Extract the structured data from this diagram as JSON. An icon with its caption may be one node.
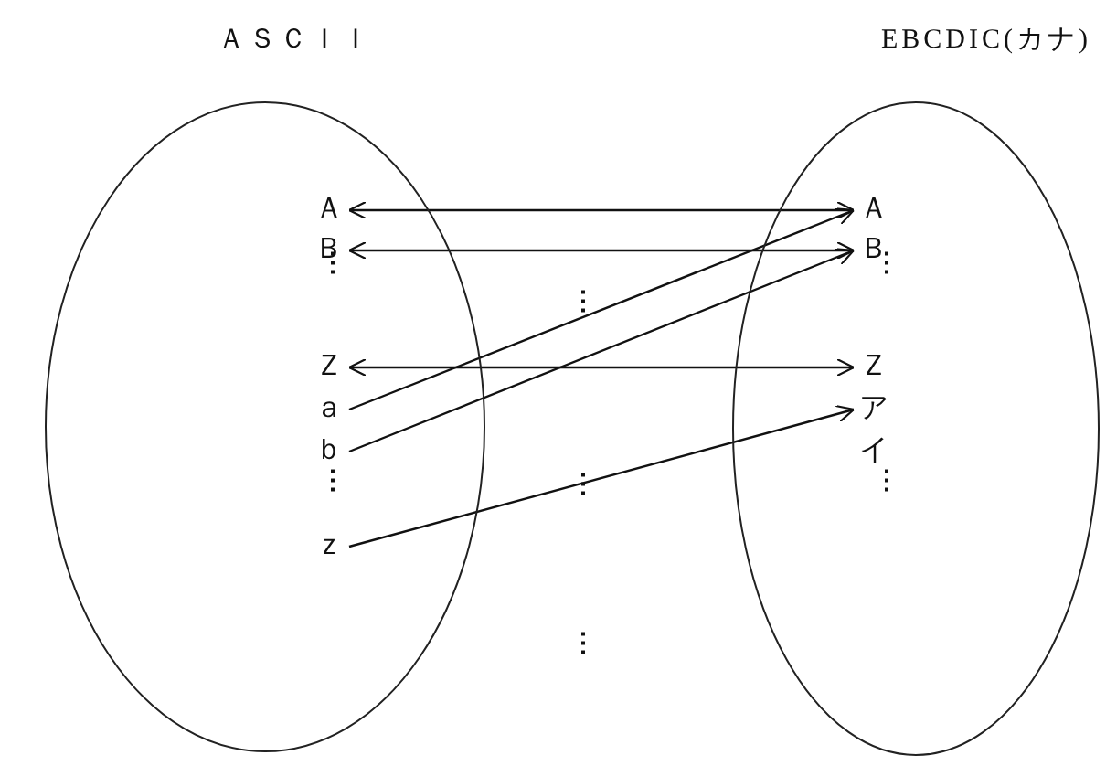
{
  "diagram": {
    "nodes": [
      {
        "text": [
          "ＡＳＣＩＩ"
        ]
      },
      {
        "text": [
          "EBCDIC(カナ)"
        ]
      },
      {
        "text": [
          "Ａ"
        ],
        "in": 0
      },
      {
        "text": [
          "Ｂ"
        ],
        "in": 0
      },
      {
        "text": [
          "Ｚ"
        ],
        "in": 0
      },
      {
        "text": [
          "ａ"
        ],
        "in": 0
      },
      {
        "text": [
          "ｂ"
        ],
        "in": 0
      },
      {
        "text": [
          "ｚ"
        ],
        "in": 0
      },
      {
        "text": [
          "Ａ"
        ],
        "in": 1
      },
      {
        "text": [
          "Ｂ"
        ],
        "in": 1
      },
      {
        "text": [
          "Ｚ"
        ],
        "in": 1
      },
      {
        "text": [
          "ア"
        ],
        "in": 1
      },
      {
        "text": [
          "イ"
        ],
        "in": 1
      }
    ],
    "edges": [
      {
        "from": 2,
        "to": 8,
        "arrow": "both"
      },
      {
        "from": 3,
        "to": 9,
        "arrow": "both"
      },
      {
        "from": 4,
        "to": 10,
        "arrow": "both"
      },
      {
        "from": 5,
        "to": 8,
        "arrow": "to"
      },
      {
        "from": 6,
        "to": 9,
        "arrow": "to"
      },
      {
        "from": 7,
        "to": 11,
        "arrow": "to"
      }
    ],
    "labels": [
      "⋮",
      "⋮",
      "⋮",
      "⋮",
      "⋮",
      "⋮",
      "⋮"
    ]
  }
}
